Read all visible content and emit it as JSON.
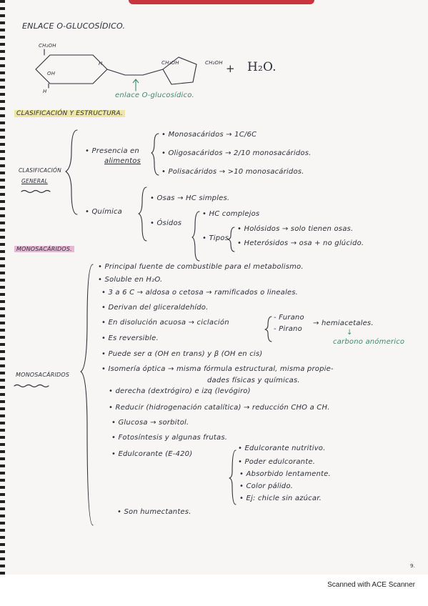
{
  "title": "ENLACE O-GLUCOSÍDICO.",
  "molecule": {
    "ring1_oh_top": "CH₂OH",
    "ring1_h_right": "H",
    "ring1_oh_inner": "OH",
    "ring1_h_bottom": "H",
    "ring2_oh_left": "CH₂OH",
    "ring2_oh_right": "CH₂OH",
    "plus": "+",
    "water": "H₂O.",
    "bond_caption": "enlace O-glucosídico."
  },
  "classification": {
    "heading": "CLASIFICACIÓN Y ESTRUCTURA.",
    "general_label_1": "CLASIFICACIÓN",
    "general_label_2": "GENERAL",
    "presence_label_1": "• Presencia en",
    "presence_label_2": "alimentos",
    "presence_items": [
      "• Monosacáridos → 1C/6C",
      "• Oligosacáridos → 2/10 monosacáridos.",
      "• Polisacáridos → >10 monosacáridos."
    ],
    "chemical_label": "• Química",
    "osas": "• Osas → HC simples.",
    "osidos": "• Ósidos",
    "osidos_items": [
      "• HC complejos",
      "• Tipos"
    ],
    "tipos_items": [
      "• Holósidos → solo tienen osas.",
      "• Heterósidos → osa + no glúcido."
    ]
  },
  "monosaccharides": {
    "heading": "MONOSACÁRIDOS.",
    "side_label": "MONOSACÁRIDOS",
    "items": [
      "• Principal fuente de combustible para el metabolismo.",
      "• Soluble en H₂O.",
      "• 3 a 6 C → aldosa o cetosa → ramificados o lineales.",
      "• Derivan del gliceraldehído.",
      "• En disolución acuosa → ciclación",
      "• Es reversible.",
      "• Puede ser α (OH en trans) y β (OH en cis)",
      "• Isomería óptica → misma fórmula estructural, misma propie-",
      "dades físicas y químicas.",
      "• derecha (dextrógiro) e izq (levógiro)",
      "• Reducir (hidrogenación catalítica) → reducción CHO a CH.",
      "• Glucosa → sorbitol.",
      "• Fotosíntesis y algunas frutas.",
      "• Edulcorante (E-420)",
      "• Son humectantes."
    ],
    "ciclacion_items": [
      "- Furano",
      "- Pirano"
    ],
    "hemiacetal": "→ hemiacetales.",
    "hemiacetal_arrow": "↓",
    "hemiacetal_note": "carbono anómerico",
    "edulcorante_items": [
      "• Edulcorante nutritivo.",
      "• Poder edulcorante.",
      "• Absorbido lentamente.",
      "• Color pálido.",
      "• Ej: chicle sin azúcar."
    ]
  },
  "page_number": "9.",
  "scanner_credit": "Scanned with ACE Scanner"
}
